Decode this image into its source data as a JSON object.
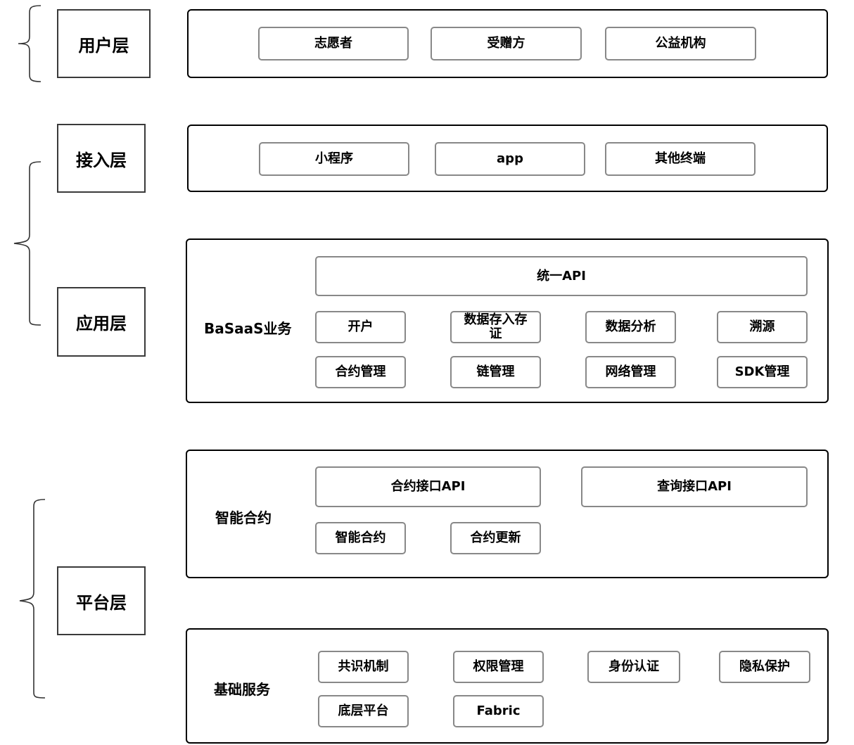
{
  "layers": {
    "user": "用户层",
    "access": "接入层",
    "application": "应用层",
    "platform": "平台层"
  },
  "user_panel": {
    "items": [
      "志愿者",
      "受赠方",
      "公益机构"
    ]
  },
  "access_panel": {
    "items": [
      "小程序",
      "app",
      "其他终端"
    ]
  },
  "application_panel": {
    "title": "BaSaaS业务",
    "api": "统一API",
    "row1": [
      "开户",
      "数据存入存证",
      "数据分析",
      "溯源"
    ],
    "row2": [
      "合约管理",
      "链管理",
      "网络管理",
      "SDK管理"
    ]
  },
  "contract_panel": {
    "title": "智能合约",
    "apis": [
      "合约接口API",
      "查询接口API"
    ],
    "items": [
      "智能合约",
      "合约更新"
    ]
  },
  "base_panel": {
    "title": "基础服务",
    "row1": [
      "共识机制",
      "权限管理",
      "身份认证",
      "隐私保护"
    ],
    "row2": [
      "底层平台",
      "Fabric"
    ]
  }
}
